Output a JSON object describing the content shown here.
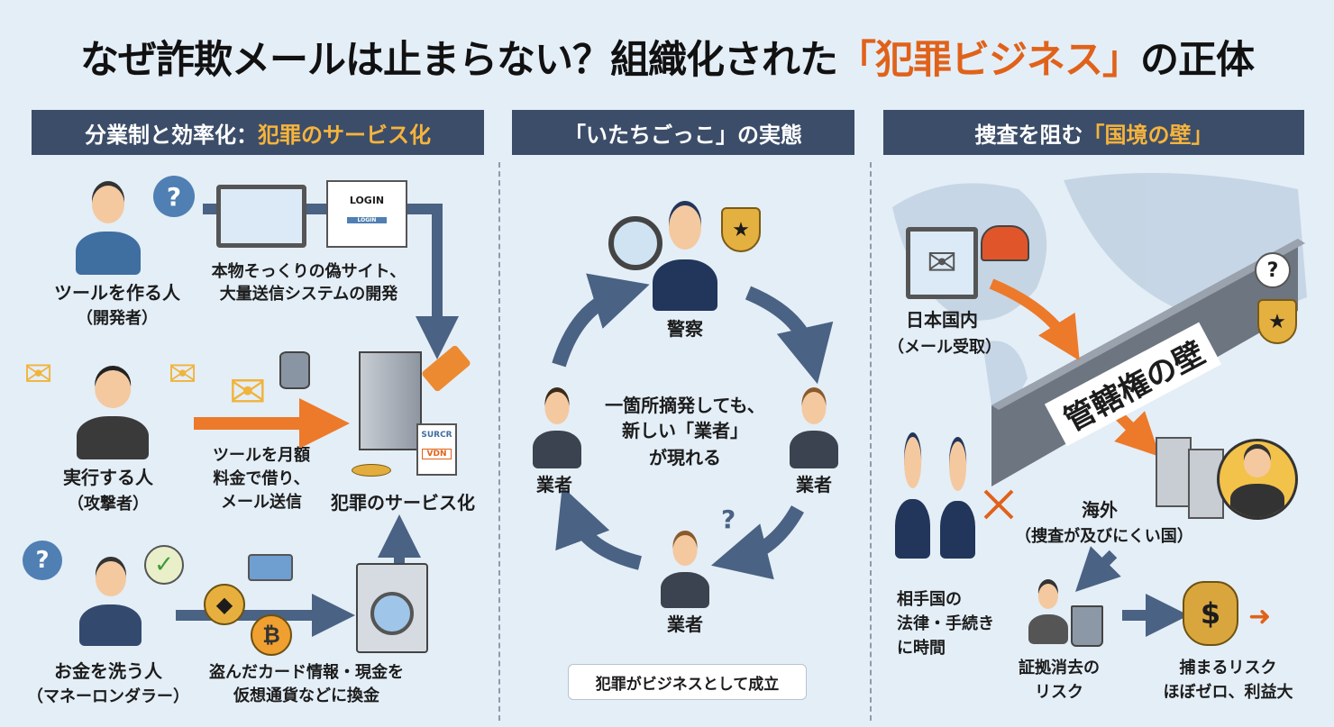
{
  "title": {
    "pre": "なぜ詐欺メールは止まらない？組織化された",
    "highlight": "「犯罪ビジネス」",
    "post": "の正体"
  },
  "colors": {
    "accent": "#e0621a",
    "header_bg": "#3c4d69",
    "header_highlight": "#f6b43c",
    "background": "#e4eef7"
  },
  "sections": [
    {
      "pre": "分業制と効率化：",
      "highlight": "犯罪のサービス化",
      "post": ""
    },
    {
      "pre": "「いたちごっこ」の実態",
      "highlight": "",
      "post": ""
    },
    {
      "pre": "捜査を阻む",
      "highlight": "「国境の壁」",
      "post": ""
    }
  ],
  "left": {
    "developer": {
      "role": "ツールを作る人",
      "sub": "（開発者）",
      "desc1": "本物そっくりの偽サイト、",
      "desc2": "大量送信システムの開発",
      "login_title": "LOGIN",
      "login_button": "LOGIN"
    },
    "attacker": {
      "role": "実行する人",
      "sub": "（攻撃者）",
      "desc1": "ツールを月額",
      "desc2": "料金で借り、",
      "desc3": "メール送信"
    },
    "service": {
      "label": "犯罪のサービス化",
      "doc_label": "SURCR",
      "doc_button": "VDN"
    },
    "launderer": {
      "role": "お金を洗う人",
      "sub": "（マネーロンダラー）",
      "desc1": "盗んだカード情報・現金を",
      "desc2": "仮想通貨などに換金"
    }
  },
  "middle": {
    "police": "警察",
    "center1": "一箇所摘発しても、",
    "center2": "新しい「業者」",
    "center3": "が現れる",
    "vendor_left": "業者",
    "vendor_right": "業者",
    "vendor_bottom": "業者",
    "badge": "犯罪がビジネスとして成立"
  },
  "right": {
    "domestic": "日本国内",
    "domestic_sub": "（メール受取）",
    "wall": "管轄権の壁",
    "overseas": "海外",
    "overseas_sub": "（捜査が及びにくい国）",
    "law1": "相手国の",
    "law2": "法律・手続き",
    "law3": "に時間",
    "evidence1": "証拠消去の",
    "evidence2": "リスク",
    "profit1": "捕まるリスク",
    "profit2": "ほぼゼロ、利益大"
  },
  "icons": [
    "person-laptop-icon",
    "question-bubble-icon",
    "laptop-code-icon",
    "login-window-icon",
    "hooded-hacker-icon",
    "envelope-icon",
    "database-icon",
    "server-icon",
    "price-tag-icon",
    "coins-icon",
    "check-bubble-icon",
    "briefcase-person-icon",
    "credit-card-icon",
    "bitcoin-icon",
    "ethereum-icon",
    "washing-machine-icon",
    "police-officer-icon",
    "magnifier-icon",
    "police-badge-icon",
    "businessman-icon",
    "world-map-icon",
    "monitor-mail-icon",
    "mailbox-icon",
    "brick-wall-icon",
    "police-pair-icon",
    "cross-icon",
    "server-rack-icon",
    "masked-thief-icon",
    "trash-icon",
    "money-bag-icon"
  ]
}
